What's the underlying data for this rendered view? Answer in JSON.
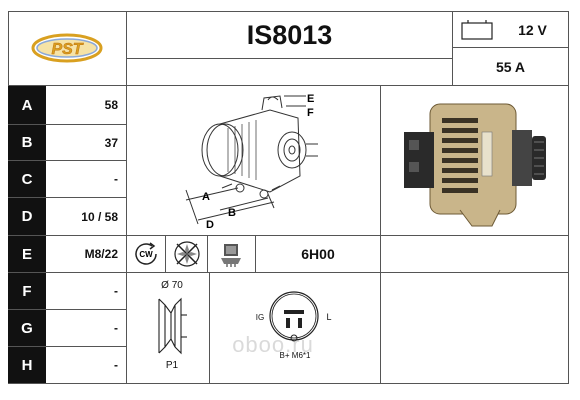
{
  "header": {
    "logo_text": "PST",
    "part_number": "IS8013",
    "voltage": "12 V",
    "amperage": "55 A",
    "battery_icon": "battery-icon"
  },
  "rows": [
    {
      "letter": "A",
      "value": "58"
    },
    {
      "letter": "B",
      "value": "37"
    },
    {
      "letter": "C",
      "value": "-"
    },
    {
      "letter": "D",
      "value": "10 / 58"
    },
    {
      "letter": "E",
      "value": "M8/22"
    },
    {
      "letter": "F",
      "value": "-"
    },
    {
      "letter": "G",
      "value": "-"
    },
    {
      "letter": "H",
      "value": "-"
    }
  ],
  "diagram_labels": {
    "a": "A",
    "b": "B",
    "d": "D",
    "e": "E",
    "f": "F"
  },
  "specs": {
    "rotation_label": "CW",
    "regulator_code": "6H00",
    "pulley_diameter": "Ø 70",
    "pulley_type": "P1",
    "connector_left": "IG",
    "connector_right": "L",
    "connector_bottom": "B+ M6*1"
  },
  "watermark": "oboo.ru",
  "icons": [
    "battery-icon",
    "rotation-icon",
    "fan-icon",
    "regulator-icon",
    "pulley-icon",
    "connector-icon"
  ]
}
